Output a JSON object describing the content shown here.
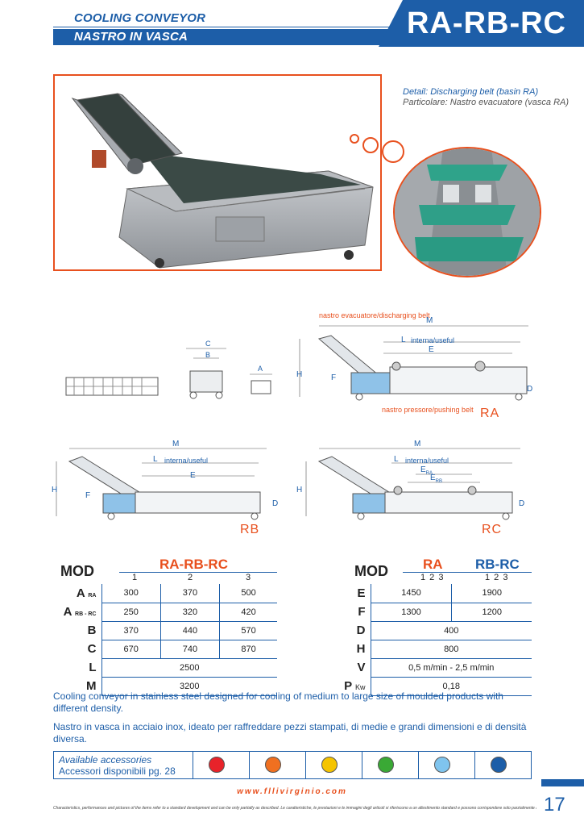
{
  "header": {
    "title_en": "COOLING CONVEYOR",
    "title_it": "NASTRO IN VASCA",
    "model": "RA-RB-RC"
  },
  "detail": {
    "caption_en": "Detail: Discharging belt (basin RA)",
    "caption_it": "Particolare: Nastro evacuatore (vasca RA)"
  },
  "diagrams": {
    "C": "C",
    "B": "B",
    "A": "A",
    "M": "M",
    "L": "L",
    "interna": "interna/useful",
    "E": "E",
    "H": "H",
    "F": "F",
    "D": "D",
    "E_RA": "E",
    "E_RA_sub": "RA",
    "E_RB": "E",
    "E_RB_sub": "RB",
    "discharging": "nastro evacuatore/discharging belt",
    "pushing": "nastro pressore/pushing belt",
    "RA": "RA",
    "RB": "RB",
    "RC": "RC"
  },
  "table_left": {
    "mod_label": "MOD",
    "heading": "RA-RB-RC",
    "cols": [
      "1",
      "2",
      "3"
    ],
    "rows": [
      {
        "key": "A",
        "sub": "RA",
        "values": [
          "300",
          "370",
          "500"
        ]
      },
      {
        "key": "A",
        "sub": "RB - RC",
        "values": [
          "250",
          "320",
          "420"
        ]
      },
      {
        "key": "B",
        "sub": "",
        "values": [
          "370",
          "440",
          "570"
        ]
      },
      {
        "key": "C",
        "sub": "",
        "values": [
          "670",
          "740",
          "870"
        ]
      },
      {
        "key": "L",
        "sub": "",
        "span": "2500"
      },
      {
        "key": "M",
        "sub": "",
        "span": "3200"
      }
    ]
  },
  "table_right": {
    "mod_label": "MOD",
    "heading_ra": "RA",
    "heading_rbrc": "RB-RC",
    "sub_ra": "1 2 3",
    "sub_rbrc": "1 2 3",
    "rows": [
      {
        "key": "E",
        "sub": "",
        "values": [
          "1450",
          "1900"
        ]
      },
      {
        "key": "F",
        "sub": "",
        "values": [
          "1300",
          "1200"
        ]
      },
      {
        "key": "D",
        "sub": "",
        "span": "400"
      },
      {
        "key": "H",
        "sub": "",
        "span": "800"
      },
      {
        "key": "V",
        "sub": "",
        "span": "0,5 m/min - 2,5 m/min"
      },
      {
        "key": "P",
        "sub": "Kw",
        "span": "0,18"
      }
    ]
  },
  "description": {
    "en": "Cooling conveyor in stainless steel designed for cooling of medium to large size of moulded products with different density.",
    "it": "Nastro in vasca in acciaio inox, ideato per raffreddare pezzi stampati, di medie e grandi dimensioni e di densità diversa."
  },
  "accessories": {
    "label_en": "Available accessories",
    "label_it": "Accessori disponibili pg. 28",
    "colors": [
      "#e8232a",
      "#f07020",
      "#f5c400",
      "#3aa935",
      "#7fc4ee",
      "#1d5ea8"
    ]
  },
  "footer": {
    "website": "www.fllivirginio.com",
    "page": "17",
    "disclaimer": "Characteristics, performances and pictures of the items refer to a standard development and can be only partially as described. Le caratteristiche, le prestazioni e le immagini degli articoli si riferiscono a un allestimento standard e possono corrispondere solo parzialmente a quanto descritto."
  },
  "colors": {
    "brand": "#1d5ea8",
    "accent": "#e8501e"
  }
}
